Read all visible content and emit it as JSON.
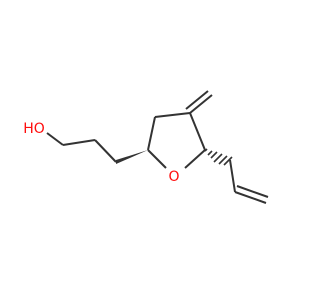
{
  "diagram": {
    "type": "skeletal-structure",
    "colors": {
      "bond": "#333333",
      "oxygen": "#ff0d0d",
      "background": "#ffffff"
    },
    "atom_labels": {
      "hydroxyl": "HO",
      "ring_oxygen": "O"
    }
  }
}
